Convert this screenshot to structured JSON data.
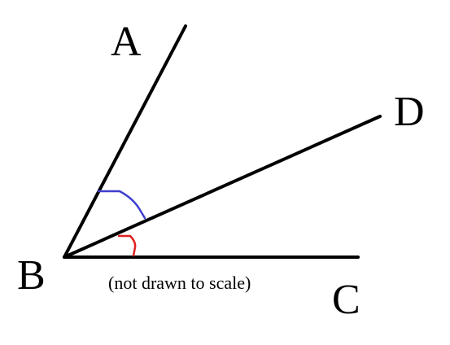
{
  "diagram": {
    "labels": {
      "a": "A",
      "b": "B",
      "c": "C",
      "d": "D"
    },
    "note": "(not drawn to scale)",
    "colors": {
      "rays": "#000000",
      "angle_abd_arc": "#3f3fcf",
      "angle_dbc_arc": "#e02020"
    }
  }
}
